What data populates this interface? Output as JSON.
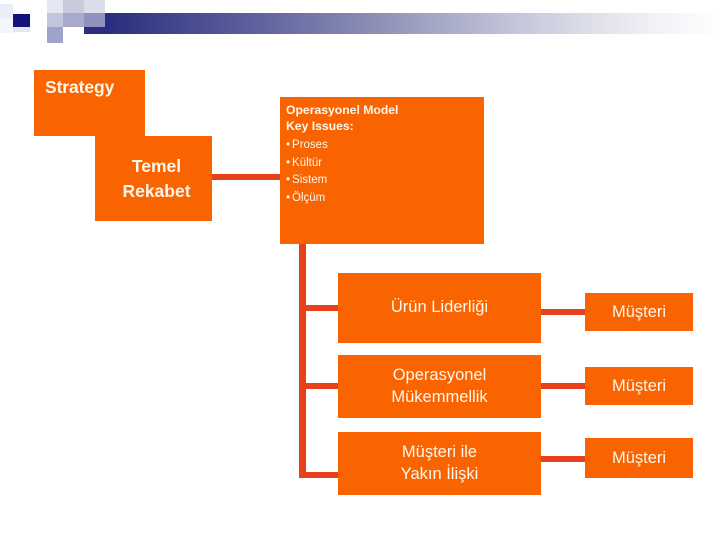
{
  "slide": {
    "title": "Strategy / Operasyonel Model",
    "background_color": "#FFFFFF",
    "accent_color": "#FA6400",
    "connector_color": "#E8401C",
    "header_gradient_from": "#272C7E",
    "header_gradient_to": "#FFFFFF"
  },
  "header": {
    "decoration_name": "gradient-bar"
  },
  "boxes": {
    "strategy": {
      "label": "Strategy"
    },
    "temel_rekabet": {
      "label": "Temel\nRekabet",
      "line1": "Temel",
      "line2": "Rekabet"
    },
    "operasyonel_model": {
      "title_line1": "Operasyonel Model",
      "title_line2": "Key Issues:",
      "items": [
        "Proses",
        "Kültür",
        "Sistem",
        "Ölçüm"
      ]
    },
    "urun_liderligi": {
      "label": "Ürün Liderliği"
    },
    "operasyonel_mukemmellik": {
      "line1": "Operasyonel",
      "line2": "Mükemmellik"
    },
    "musteri_ile_yakin_iliski": {
      "line1": "Müşteri ile",
      "line2": "Yakın İlişki"
    },
    "musteri_1": {
      "label": "Müşteri"
    },
    "musteri_2": {
      "label": "Müşteri"
    },
    "musteri_3": {
      "label": "Müşteri"
    }
  }
}
